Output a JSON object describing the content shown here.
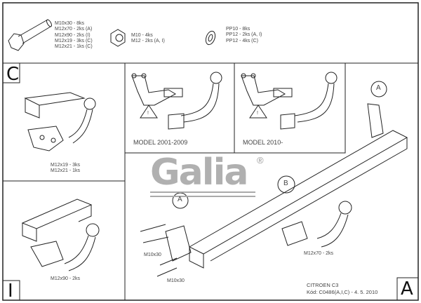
{
  "parts": {
    "bolts": [
      "M10x30 - 8ks",
      "M12x70 - 2ks (A)",
      "M12x90 - 2ks (I)",
      "M12x19 - 3ks (C)",
      "M12x21 - 1ks (C)"
    ],
    "nuts": [
      "M10 - 4ks",
      "M12 - 2ks (A, I)"
    ],
    "washers": [
      "PP10 - 8ks",
      "PP12 - 2ks (A, I)",
      "PP12 - 4ks (C)"
    ]
  },
  "panels": {
    "c": {
      "label": "C",
      "notes": [
        "M12x19 - 3ks",
        "M12x21 - 1ks"
      ]
    },
    "i": {
      "label": "I",
      "note": "M12x90 - 2ks"
    },
    "a": {
      "label": "A",
      "callout_a": "A",
      "callout_b": "B",
      "note_right": "M12x70 - 2ks",
      "note_left1": "M10x30",
      "note_left2": "M10x30"
    },
    "model1": {
      "label": "MODEL   2001-2009",
      "warning": "!"
    },
    "model2": {
      "label": "MODEL   2010-",
      "warning": "!"
    }
  },
  "logo": {
    "text": "Galia",
    "registered": "®"
  },
  "footer": {
    "vehicle": "CITROEN C3",
    "code": "Kód: C0486(A,I,C) - 4. 5. 2010"
  }
}
